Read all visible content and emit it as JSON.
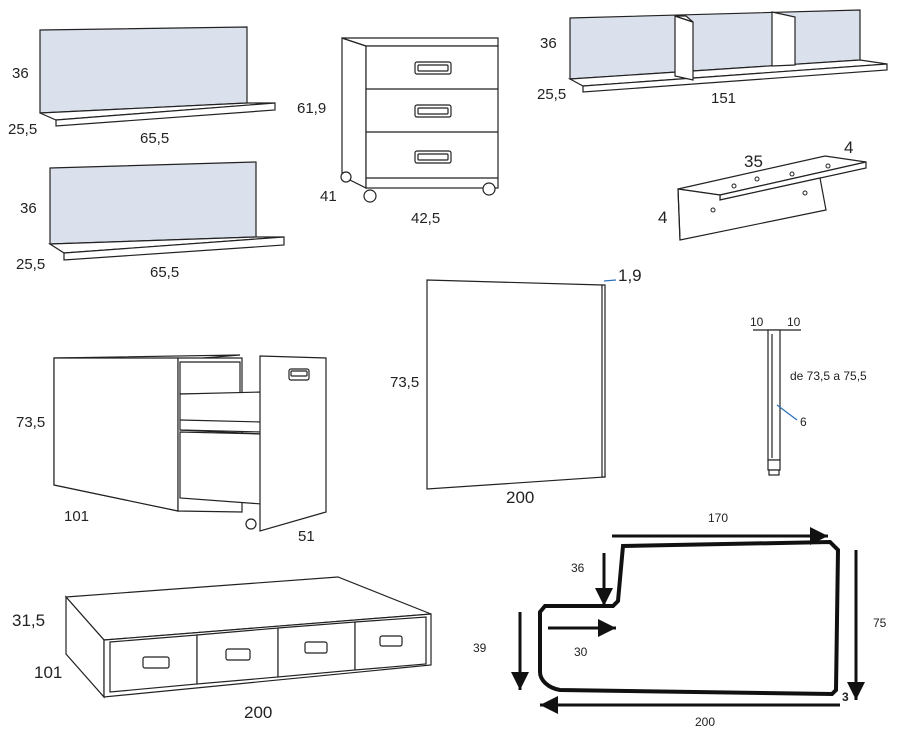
{
  "shelves": {
    "shelf_1": {
      "height": "36",
      "depth": "25,5",
      "width": "65,5"
    },
    "shelf_2": {
      "height": "36",
      "depth": "25,5",
      "width": "65,5"
    },
    "shelf_long": {
      "height": "36",
      "depth": "25,5",
      "width": "151"
    }
  },
  "drawer_unit": {
    "height": "61,9",
    "depth": "41",
    "width": "42,5"
  },
  "bracket": {
    "length": "35",
    "width": "4",
    "height": "4"
  },
  "panel": {
    "thickness": "1,9",
    "height": "73,5",
    "width": "200"
  },
  "leg": {
    "top_left": "10",
    "top_right": "10",
    "height_range": "de 73,5 a 75,5",
    "diameter": "6"
  },
  "desk_cabinet": {
    "height": "73,5",
    "depth": "101",
    "width": "51"
  },
  "bed": {
    "height": "31,5",
    "depth": "101",
    "width": "200"
  },
  "l_top": {
    "top_width": "170",
    "step_depth": "36",
    "left_height": "39",
    "step_width": "30",
    "right_height": "75",
    "bottom_width": "200",
    "marker": "3"
  }
}
